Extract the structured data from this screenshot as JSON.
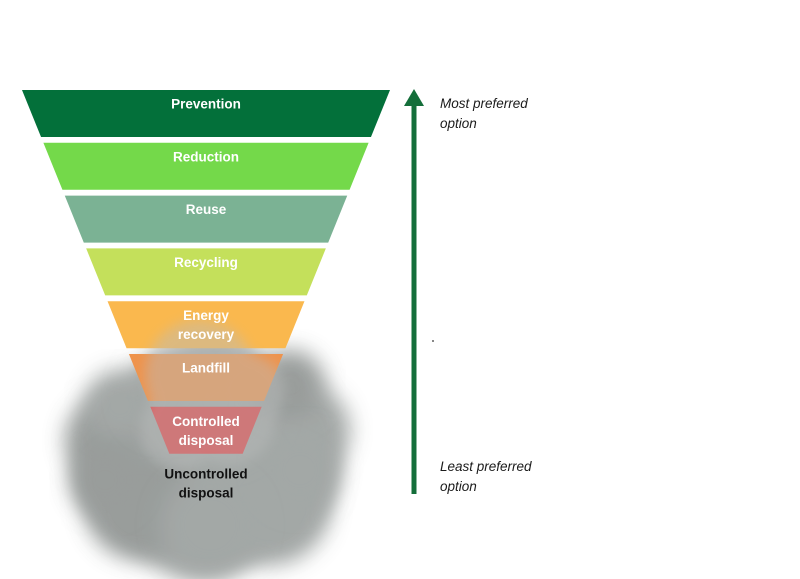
{
  "hierarchy": {
    "levels": [
      {
        "label": "Prevention",
        "color": "#03703a"
      },
      {
        "label": "Reduction",
        "color": "#74d94a"
      },
      {
        "label": "Reuse",
        "color": "#7bb294"
      },
      {
        "label": "Recycling",
        "color": "#c4e05b"
      },
      {
        "label": "Energy\nrecovery",
        "color": "#fab84e"
      },
      {
        "label": "Landfill",
        "color": "#ef934b"
      },
      {
        "label": "Controlled\ndisposal",
        "color": "#e14144"
      },
      {
        "label": "Uncontrolled\ndisposal",
        "color": ""
      }
    ]
  },
  "arrow": {
    "color": "#146e3a",
    "top_label": "Most preferred\noption",
    "bottom_label": "Least preferred\noption"
  },
  "colors": {
    "smoke": "#9a9f9d",
    "band_text": "#ffffff",
    "bottom_text": "#111111"
  }
}
